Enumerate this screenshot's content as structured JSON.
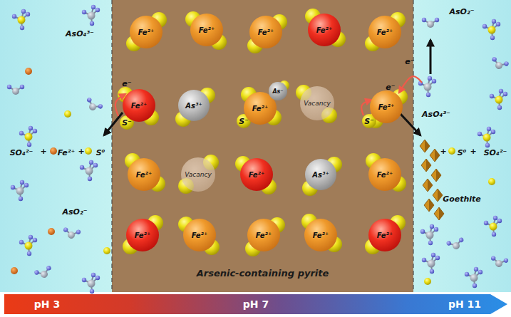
{
  "diagram": {
    "nodes": [
      {
        "text": [
          "Arsenic-containing pyrite"
        ]
      },
      {
        "text": [
          "Fe²⁺"
        ],
        "in": 0
      },
      {
        "text": [
          "Fe²⁺"
        ],
        "in": 0
      },
      {
        "text": [
          "Fe²⁺"
        ],
        "in": 0
      },
      {
        "text": [
          "Fe²⁺"
        ],
        "in": 0
      },
      {
        "text": [
          "Fe²⁺"
        ],
        "in": 0
      },
      {
        "text": [
          "Fe²⁺"
        ],
        "in": 0
      },
      {
        "text": [
          "As³⁺"
        ],
        "in": 0
      },
      {
        "text": [
          "Fe²⁺"
        ],
        "in": 0
      },
      {
        "text": [
          "As⁻"
        ],
        "in": 0
      },
      {
        "text": [
          "Vacancy"
        ],
        "in": 0
      },
      {
        "text": [
          "Fe²⁺"
        ],
        "in": 0
      },
      {
        "text": [
          "Fe²⁺"
        ],
        "in": 0
      },
      {
        "text": [
          "Vacancy"
        ],
        "in": 0
      },
      {
        "text": [
          "Fe²⁺"
        ],
        "in": 0
      },
      {
        "text": [
          "As³⁺"
        ],
        "in": 0
      },
      {
        "text": [
          "Fe²⁺"
        ],
        "in": 0
      },
      {
        "text": [
          "Fe²⁺"
        ],
        "in": 0
      },
      {
        "text": [
          "Fe²⁺"
        ],
        "in": 0
      },
      {
        "text": [
          "Fe²⁺"
        ],
        "in": 0
      },
      {
        "text": [
          "Fe²⁺"
        ],
        "in": 0
      },
      {
        "text": [
          "Fe²⁺"
        ],
        "in": 0
      },
      {
        "text": [
          "pH 3",
          "pH 7",
          "pH 11"
        ]
      }
    ],
    "labels": [
      "AsO₄³⁻",
      "e⁻",
      "S⁻",
      "SO₄²⁻",
      "+",
      "Fe²⁺",
      "+",
      "S⁰",
      "AsO₂⁻",
      "S⁻",
      "e⁻",
      "AsO₂⁻",
      "e⁻",
      "S⁻",
      "AsO₄³⁻",
      "+",
      "S⁰",
      "+",
      "SO₄²⁻",
      "Goethite"
    ]
  }
}
